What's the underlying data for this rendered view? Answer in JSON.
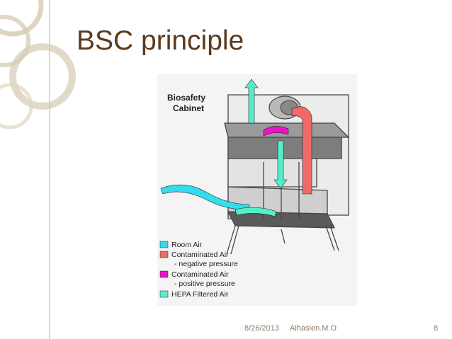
{
  "slide": {
    "title": "BSC principle",
    "footer": {
      "date": "8/26/2013",
      "author": "Alhasien.M.O",
      "page": "8"
    }
  },
  "diagram": {
    "heading_line1": "Biosafety",
    "heading_line2": "Cabinet",
    "legend": [
      {
        "label": "Room Air",
        "color": "#33ddee"
      },
      {
        "label": "Contaminated Air",
        "color": "#f06a6a"
      },
      {
        "label": "- negative pressure",
        "color": null
      },
      {
        "label": "Contaminated Air",
        "color": "#ee11cc"
      },
      {
        "label": "- positive pressure",
        "color": null
      },
      {
        "label": "HEPA Filtered Air",
        "color": "#55eecc"
      }
    ]
  },
  "colors": {
    "title": "#5c3a1e",
    "deco": "#cfc3a9",
    "room_air": "#33ddee",
    "contaminated_negative": "#f06a6a",
    "contaminated_positive": "#ee11cc",
    "hepa": "#55eecc"
  }
}
